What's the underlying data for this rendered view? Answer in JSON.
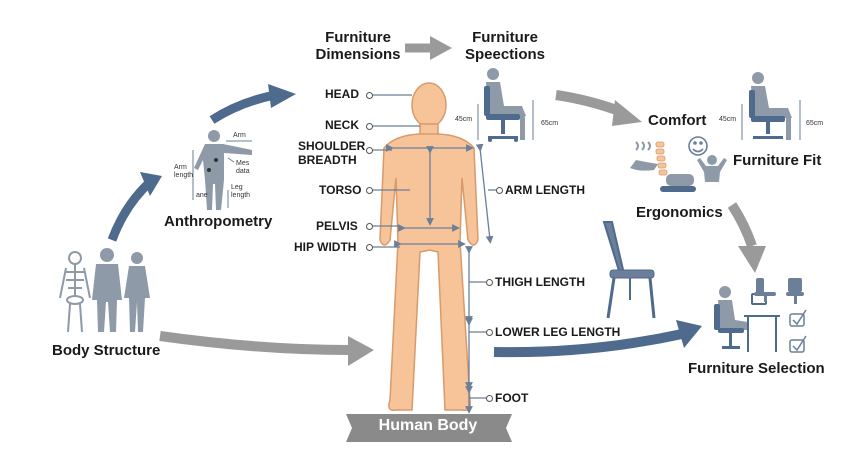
{
  "title_flow": {
    "furniture_dimensions": [
      "Furniture",
      "Dimensions"
    ],
    "furniture_speections": [
      "Furniture",
      "Speections"
    ]
  },
  "body_labels": {
    "head": "HEAD",
    "neck": "NECK",
    "shoulder_breadth": [
      "SHOULDER",
      "BREADTH"
    ],
    "torso": "TORSO",
    "pelvis": "PELVIS",
    "hip_width": "HIP WIDTH",
    "arm_length": "ARM LENGTH",
    "thigh_length": "THIGH LENGTH",
    "lower_leg_length": "LOWER LEG LENGTH",
    "foot": "FOOT"
  },
  "stages": {
    "body_structure": "Body Structure",
    "anthropometry": "Anthropometry",
    "comfort": "Comfort",
    "ergonomics": "Ergonomics",
    "furniture_fit": "Furniture Fit",
    "furniture_selection": "Furniture Selection"
  },
  "anthro_labels": {
    "arm": "Arm",
    "arm_length": [
      "Arm",
      "length"
    ],
    "mes_data": [
      "Mes",
      "data"
    ],
    "leg_length": [
      "Leg",
      "length"
    ],
    "ane": "ane"
  },
  "measurements": {
    "seat_height_a": "45cm",
    "seat_height_b": "65cm",
    "fit_height_a": "45cm",
    "fit_height_b": "65cm"
  },
  "banner": "Human Body",
  "colors": {
    "skin": "#f7c49a",
    "skin_outline": "#d89a6a",
    "figure_gray": "#8e9aa8",
    "arrow_blue": "#4e6a8c",
    "arrow_gray": "#9a9a9a",
    "measure_line": "#6b7f99",
    "banner": "#8a8a8a"
  }
}
